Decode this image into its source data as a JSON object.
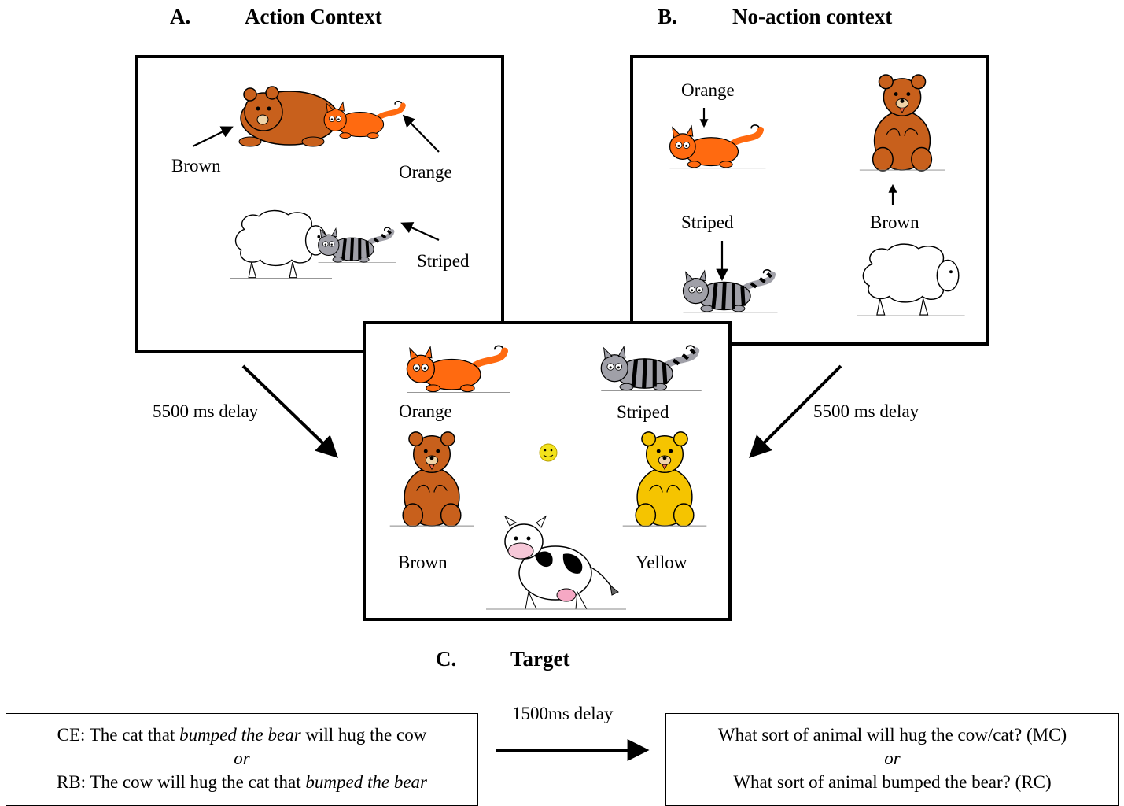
{
  "panel_a": {
    "letter": "A.",
    "title": "Action Context",
    "labels": {
      "brown": "Brown",
      "orange": "Orange",
      "striped": "Striped"
    }
  },
  "panel_b": {
    "letter": "B.",
    "title": "No-action context",
    "labels": {
      "orange": "Orange",
      "brown": "Brown",
      "striped": "Striped"
    }
  },
  "panel_c": {
    "letter": "C.",
    "title": "Target",
    "labels": {
      "orange": "Orange",
      "striped": "Striped",
      "brown": "Brown",
      "yellow": "Yellow"
    }
  },
  "delays": {
    "left": "5500 ms delay",
    "right": "5500 ms delay",
    "bottom": "1500ms delay"
  },
  "sentences": {
    "ce_prefix": "CE:  The cat that ",
    "ce_italic": "bumped the bear",
    "ce_suffix": " will hug the cow",
    "or1": "or",
    "rb_prefix": "RB: The cow will hug the cat that ",
    "rb_italic": "bumped the bear"
  },
  "questions": {
    "q1": "What sort of animal will hug the cow/cat? (MC)",
    "or2": "or",
    "q2": "What sort of animal bumped the bear? (RC)"
  },
  "colors": {
    "orange": "#ff6a10",
    "brown": "#c8601c",
    "yellow": "#f5c400",
    "stripe_grey": "#a0a0a8",
    "smiley": "#f2e21c"
  }
}
